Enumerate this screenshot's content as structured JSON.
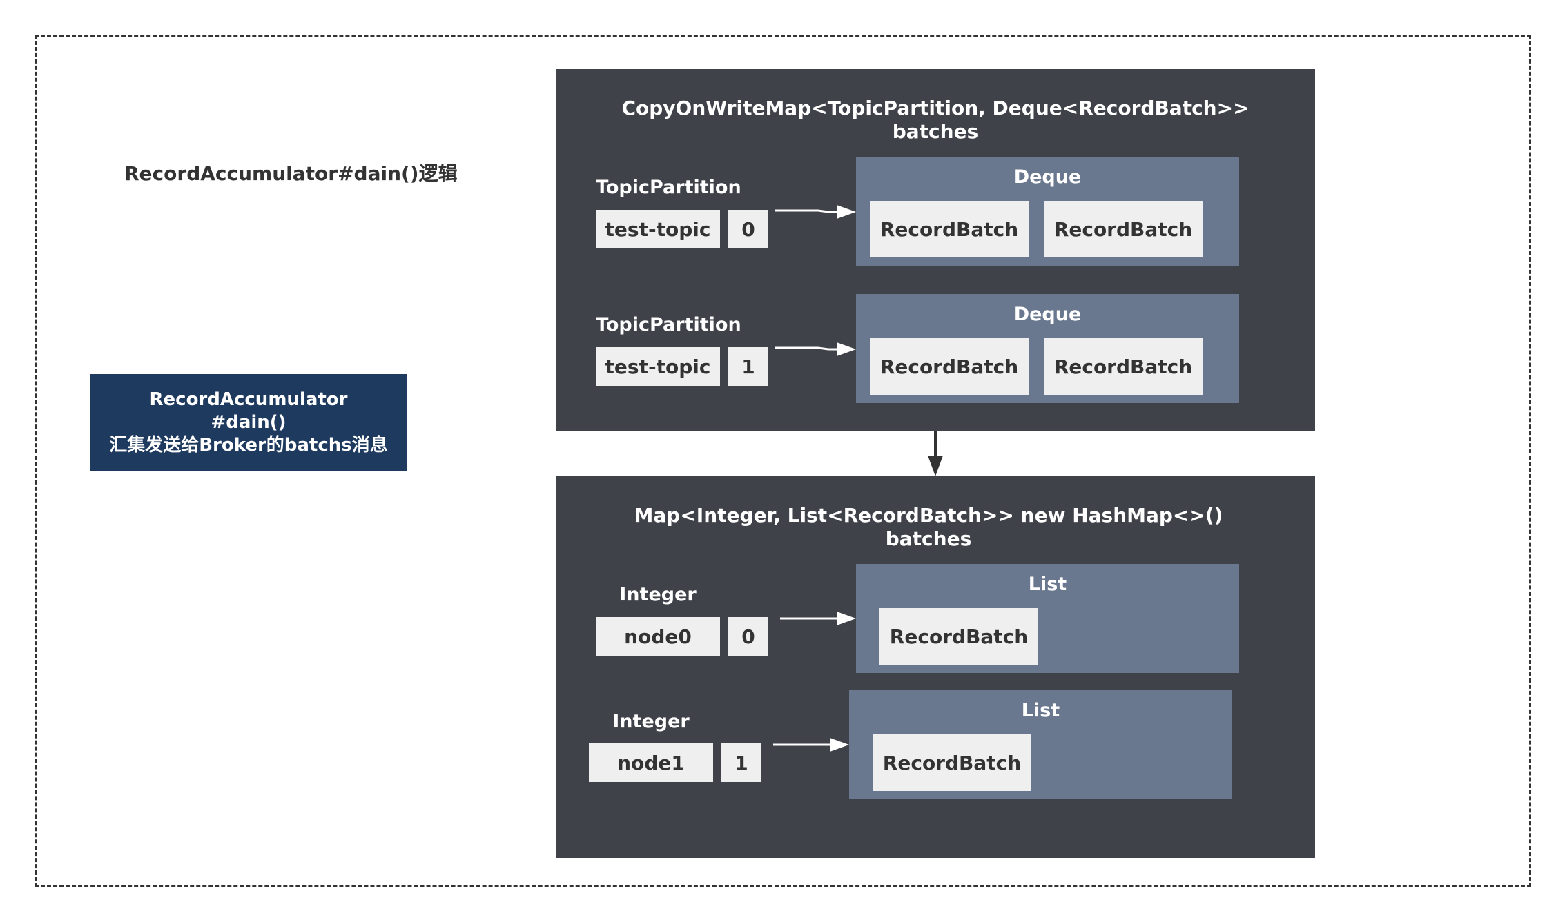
{
  "page_title": "RecordAccumulator#dain()逻辑",
  "info_box": {
    "line1": "RecordAccumulator",
    "line2": "#dain()",
    "line3": "汇集发送给Broker的batchs消息"
  },
  "top_map": {
    "type_line": "CopyOnWriteMap<TopicPartition, Deque<RecordBatch>>",
    "var_line": "batches",
    "entries": [
      {
        "key_label": "TopicPartition",
        "key_name": "test-topic",
        "key_index": "0",
        "container": "Deque",
        "items": [
          "RecordBatch",
          "RecordBatch"
        ]
      },
      {
        "key_label": "TopicPartition",
        "key_name": "test-topic",
        "key_index": "1",
        "container": "Deque",
        "items": [
          "RecordBatch",
          "RecordBatch"
        ]
      }
    ]
  },
  "bottom_map": {
    "type_line": "Map<Integer, List<RecordBatch>> new HashMap<>()",
    "var_line": "batches",
    "entries": [
      {
        "key_label": "Integer",
        "key_name": "node0",
        "key_index": "0",
        "container": "List",
        "items": [
          "RecordBatch"
        ]
      },
      {
        "key_label": "Integer",
        "key_name": "node1",
        "key_index": "1",
        "container": "List",
        "items": [
          "RecordBatch"
        ]
      }
    ]
  }
}
